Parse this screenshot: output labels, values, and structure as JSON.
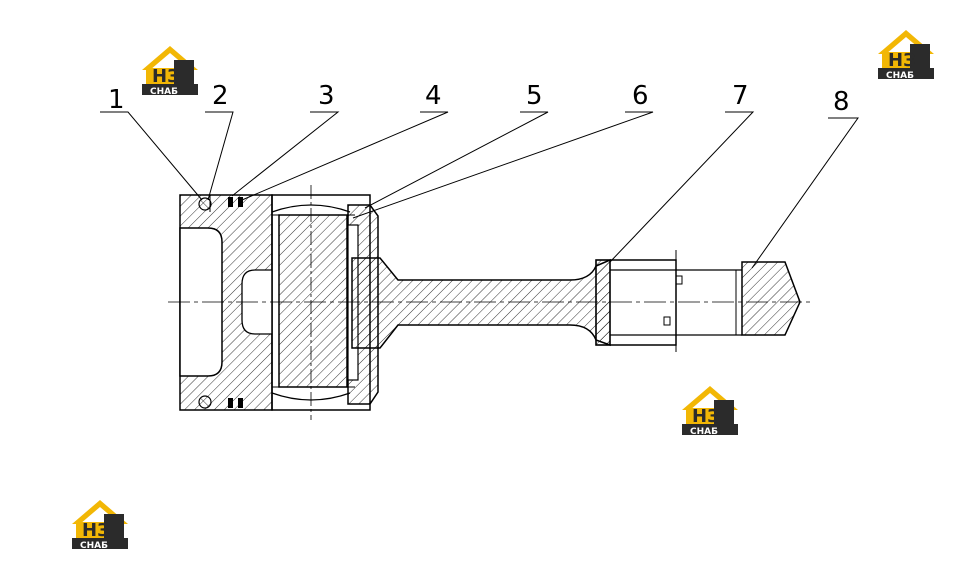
{
  "callouts": [
    "1",
    "2",
    "3",
    "4",
    "5",
    "6",
    "7",
    "8"
  ],
  "logo": {
    "big": "НЗ",
    "small": "СНАБ"
  },
  "colors": {
    "logo_gold": "#f2b705",
    "logo_dark": "#2b2b2b",
    "line": "#000000"
  }
}
